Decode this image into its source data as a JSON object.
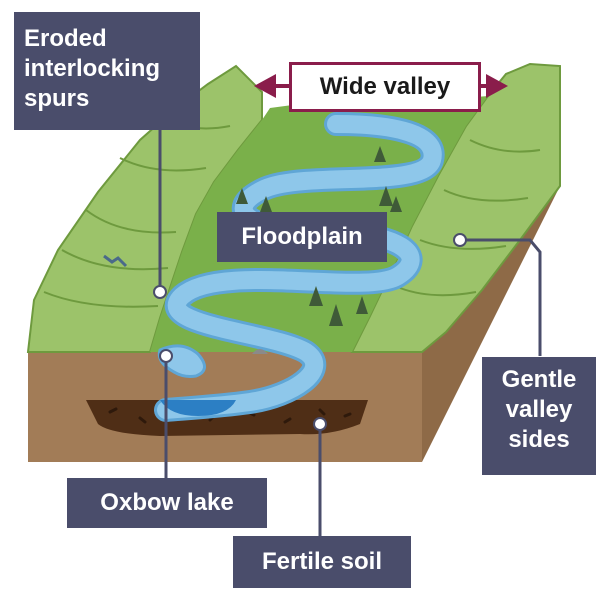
{
  "labels": {
    "eroded": [
      "Eroded",
      "interlocking",
      "spurs"
    ],
    "wide_valley": "Wide valley",
    "floodplain": "Floodplain",
    "gentle": [
      "Gentle",
      "valley",
      "sides"
    ],
    "oxbow": "Oxbow lake",
    "fertile": "Fertile soil"
  },
  "colors": {
    "label_box": "#4a4d6b",
    "label_text": "#ffffff",
    "arrow": "#8a1d4b",
    "floodplain_green": "#7ab04a",
    "valley_side_green": "#9cc36a",
    "river_blue": "#8ec7ea",
    "river_outline": "#5fa6d6",
    "earth_brown": "#a27c57",
    "soil_dark": "#4f2e16",
    "tree": "#3f5a38"
  }
}
